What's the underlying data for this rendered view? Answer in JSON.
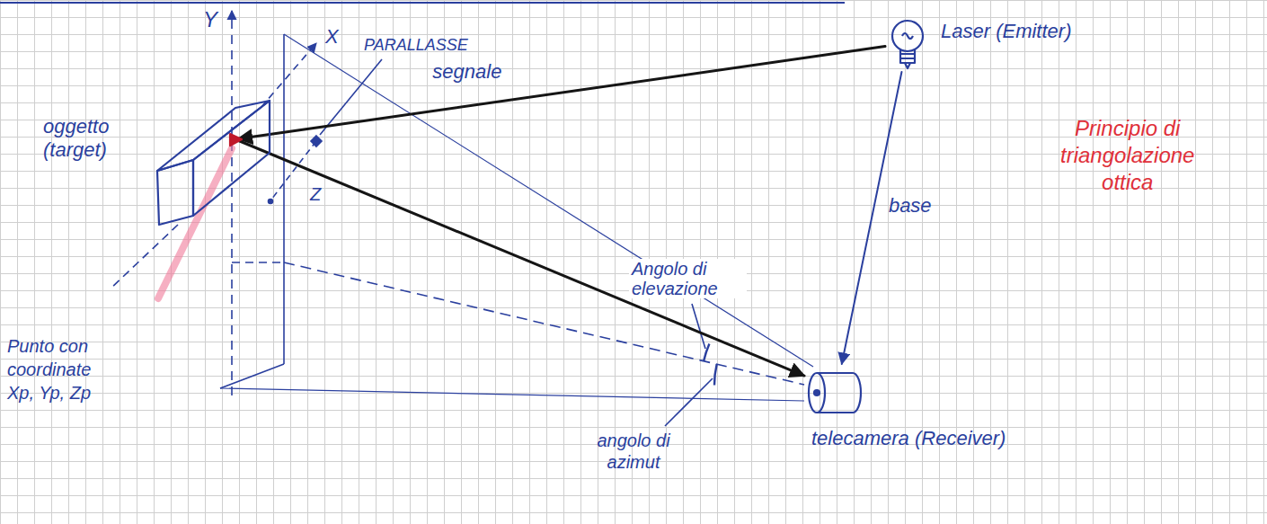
{
  "diagram": {
    "nodes": [
      {
        "text": [
          "oggetto (target)"
        ]
      },
      {
        "text": [
          "Laser (Emitter)"
        ]
      },
      {
        "text": [
          "telecamera (Receiver)"
        ]
      }
    ],
    "edges": [
      {
        "from": 1,
        "to": 0,
        "arrow": "to",
        "label": "segnale"
      },
      {
        "from": 0,
        "to": 2,
        "arrow": "to"
      },
      {
        "from": 1,
        "to": 2,
        "arrow": "to",
        "label": "base"
      }
    ],
    "labels": [
      "Y",
      "X",
      "PARALLASSE",
      "Z",
      "Principio di triangolazione ottica",
      "Angolo di elevazione",
      "Punto con coordinate Xp, Yp, Zp",
      "angolo di azimut"
    ]
  }
}
